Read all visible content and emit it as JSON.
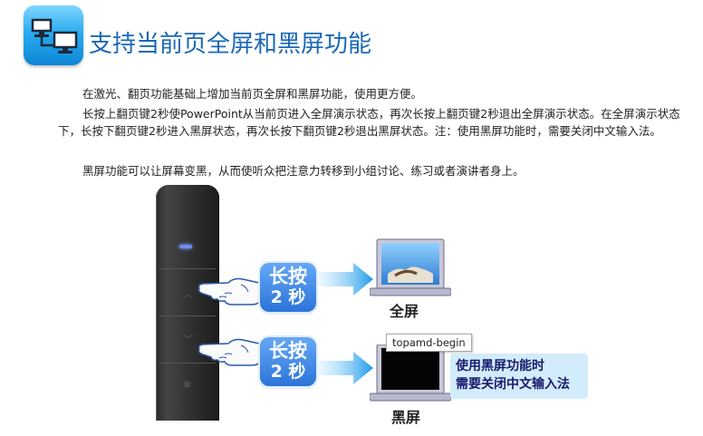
{
  "header": {
    "title": "支持当前页全屏和黑屏功能",
    "icon": "monitor-network-icon",
    "icon_color": "#27a9ee"
  },
  "paragraphs": [
    "在激光、翻页功能基础上增加当前页全屏和黑屏功能，使用更方便。",
    "长按上翻页键2秒使PowerPoint从当前页进入全屏演示状态，再次长按上翻页键2秒退出全屏演示状态。在全屏演示状态下，长按下翻页键2秒进入黑屏状态，再次长按下翻页键2秒退出黑屏状态。注：使用黑屏功能时，需要关闭中文输入法。",
    "黑屏功能可以让屏幕变黑，从而使听众把注意力转移到小组讨论、练习或者演讲者身上。"
  ],
  "diagram": {
    "badge_top": {
      "line1": "长按",
      "line2": "2 秒"
    },
    "badge_bottom": {
      "line1": "长按",
      "line2": "2 秒"
    },
    "laptop_top_caption": "全屏",
    "laptop_bottom_caption": "黑屏",
    "tooltip": "topamd-begin",
    "note_line1": "使用黑屏功能时",
    "note_line2": "需要关闭中文输入法",
    "colors": {
      "badge": "#3b86e6",
      "arrow": "#1f9be8",
      "note_bg": "#d2ecfb",
      "title": "#1a68b8"
    }
  }
}
